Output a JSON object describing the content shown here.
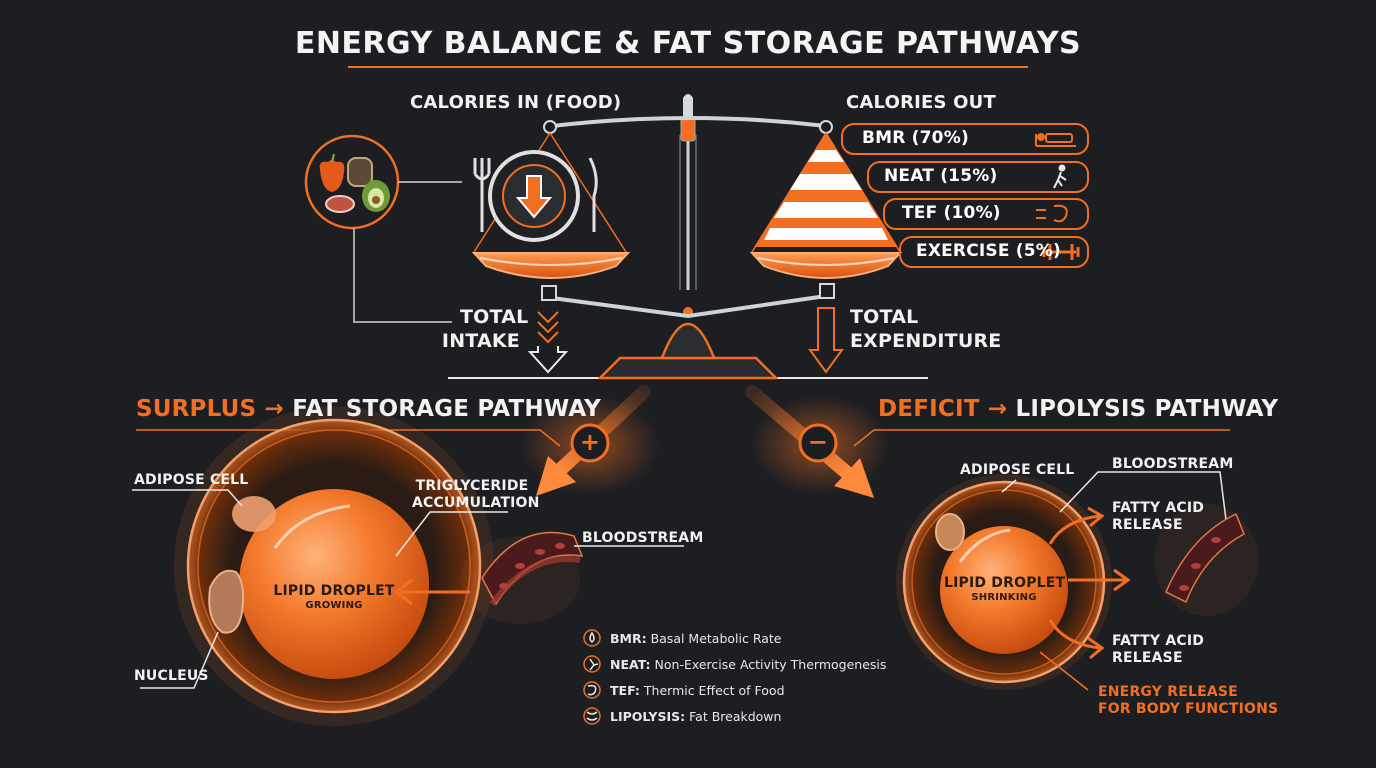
{
  "title": "ENERGY BALANCE & FAT STORAGE PATHWAYS",
  "calories_in": "CALORIES IN (FOOD)",
  "calories_out": "CALORIES OUT",
  "expenditure": [
    {
      "label": "BMR (70%)",
      "icon": "sleeping-bed-icon"
    },
    {
      "label": "NEAT (15%)",
      "icon": "walking-person-icon"
    },
    {
      "label": "TEF (10%)",
      "icon": "stomach-digestion-icon"
    },
    {
      "label": "EXERCISE (5%)",
      "icon": "dumbbell-icon"
    }
  ],
  "total_intake": [
    "TOTAL",
    "INTAKE"
  ],
  "total_expenditure": [
    "TOTAL",
    "EXPENDITURE"
  ],
  "surplus": {
    "prefix": "SURPLUS",
    "arrow": "→",
    "rest": "FAT STORAGE PATHWAY",
    "sign": "+"
  },
  "deficit": {
    "prefix": "DEFICIT",
    "arrow": "→",
    "rest": "LIPOLYSIS PATHWAY",
    "sign": "−"
  },
  "left_cell": {
    "adipose": "ADIPOSE CELL",
    "trig": [
      "TRIGLYCERIDE",
      "ACCUMULATION"
    ],
    "bloodstream": "BLOODSTREAM",
    "droplet": "LIPID DROPLET",
    "state": "GROWING",
    "nucleus": "NUCLEUS"
  },
  "right_cell": {
    "adipose": "ADIPOSE CELL",
    "bloodstream": "BLOODSTREAM",
    "release1": [
      "FATTY ACID",
      "RELEASE"
    ],
    "release2": [
      "FATTY ACID",
      "RELEASE"
    ],
    "droplet": "LIPID DROPLET",
    "state": "SHRINKING",
    "energy": [
      "ENERGY RELEASE",
      "FOR BODY FUNCTIONS"
    ]
  },
  "legend": [
    {
      "term": "BMR:",
      "desc": " Basal Metabolic Rate",
      "icon": "drop-icon"
    },
    {
      "term": "NEAT:",
      "desc": " Non-Exercise Activity Thermogenesis",
      "icon": "runner-icon"
    },
    {
      "term": "TEF:",
      "desc": " Thermic Effect of Food",
      "icon": "stomach-icon"
    },
    {
      "term": "LIPOLYSIS:",
      "desc": " Fat Breakdown",
      "icon": "wave-icon"
    }
  ],
  "colors": {
    "accent": "#f26f21",
    "background": "#1c1e22",
    "scale": "#9aa0a6"
  }
}
